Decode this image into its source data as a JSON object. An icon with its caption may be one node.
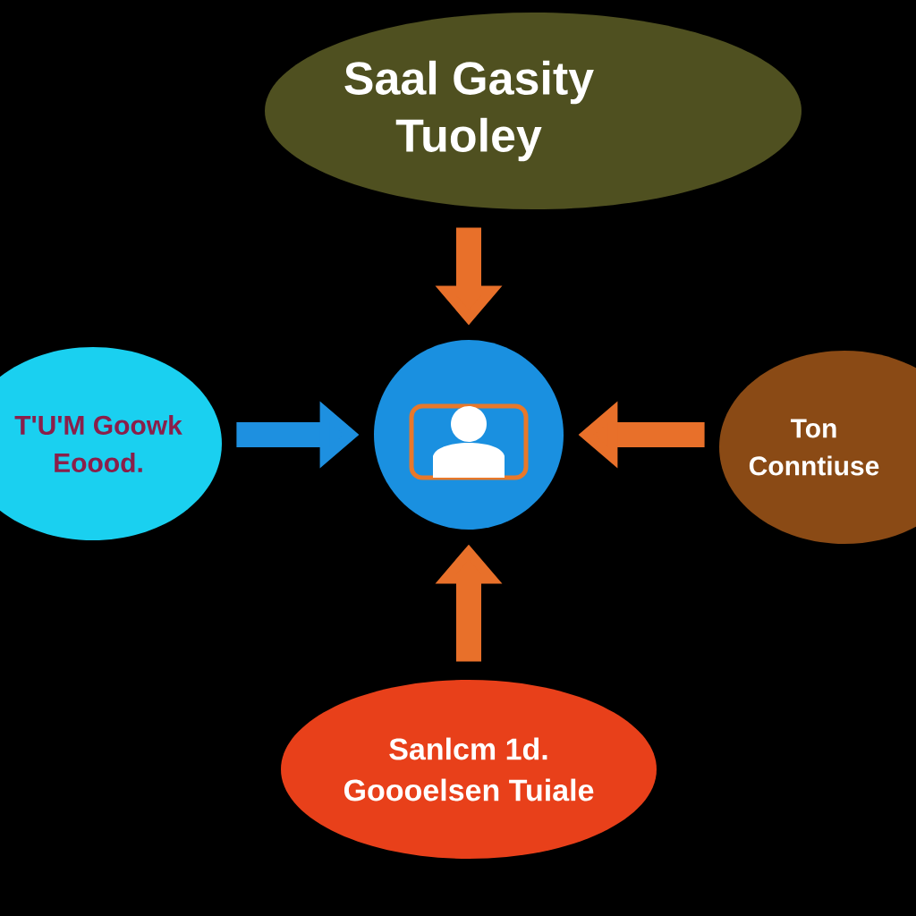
{
  "diagram": {
    "nodes": [
      {
        "text": [
          "Saal Gasity",
          "Tuoley"
        ]
      },
      {
        "text": [
          "T'U'M Goowk",
          "Eoood."
        ]
      },
      {
        "text": [],
        "shape": "circle"
      },
      {
        "text": [
          "Ton",
          "Conntiuse"
        ]
      },
      {
        "text": [
          "Sanlcm 1d.",
          "Goooelsen Tuiale"
        ]
      }
    ],
    "edges": [
      {
        "from": 0,
        "to": 2,
        "arrow": "to"
      },
      {
        "from": 1,
        "to": 2,
        "arrow": "to",
        "color": "#1e90e0"
      },
      {
        "from": 3,
        "to": 2,
        "arrow": "to"
      },
      {
        "from": 4,
        "to": 2,
        "arrow": "to"
      }
    ]
  }
}
